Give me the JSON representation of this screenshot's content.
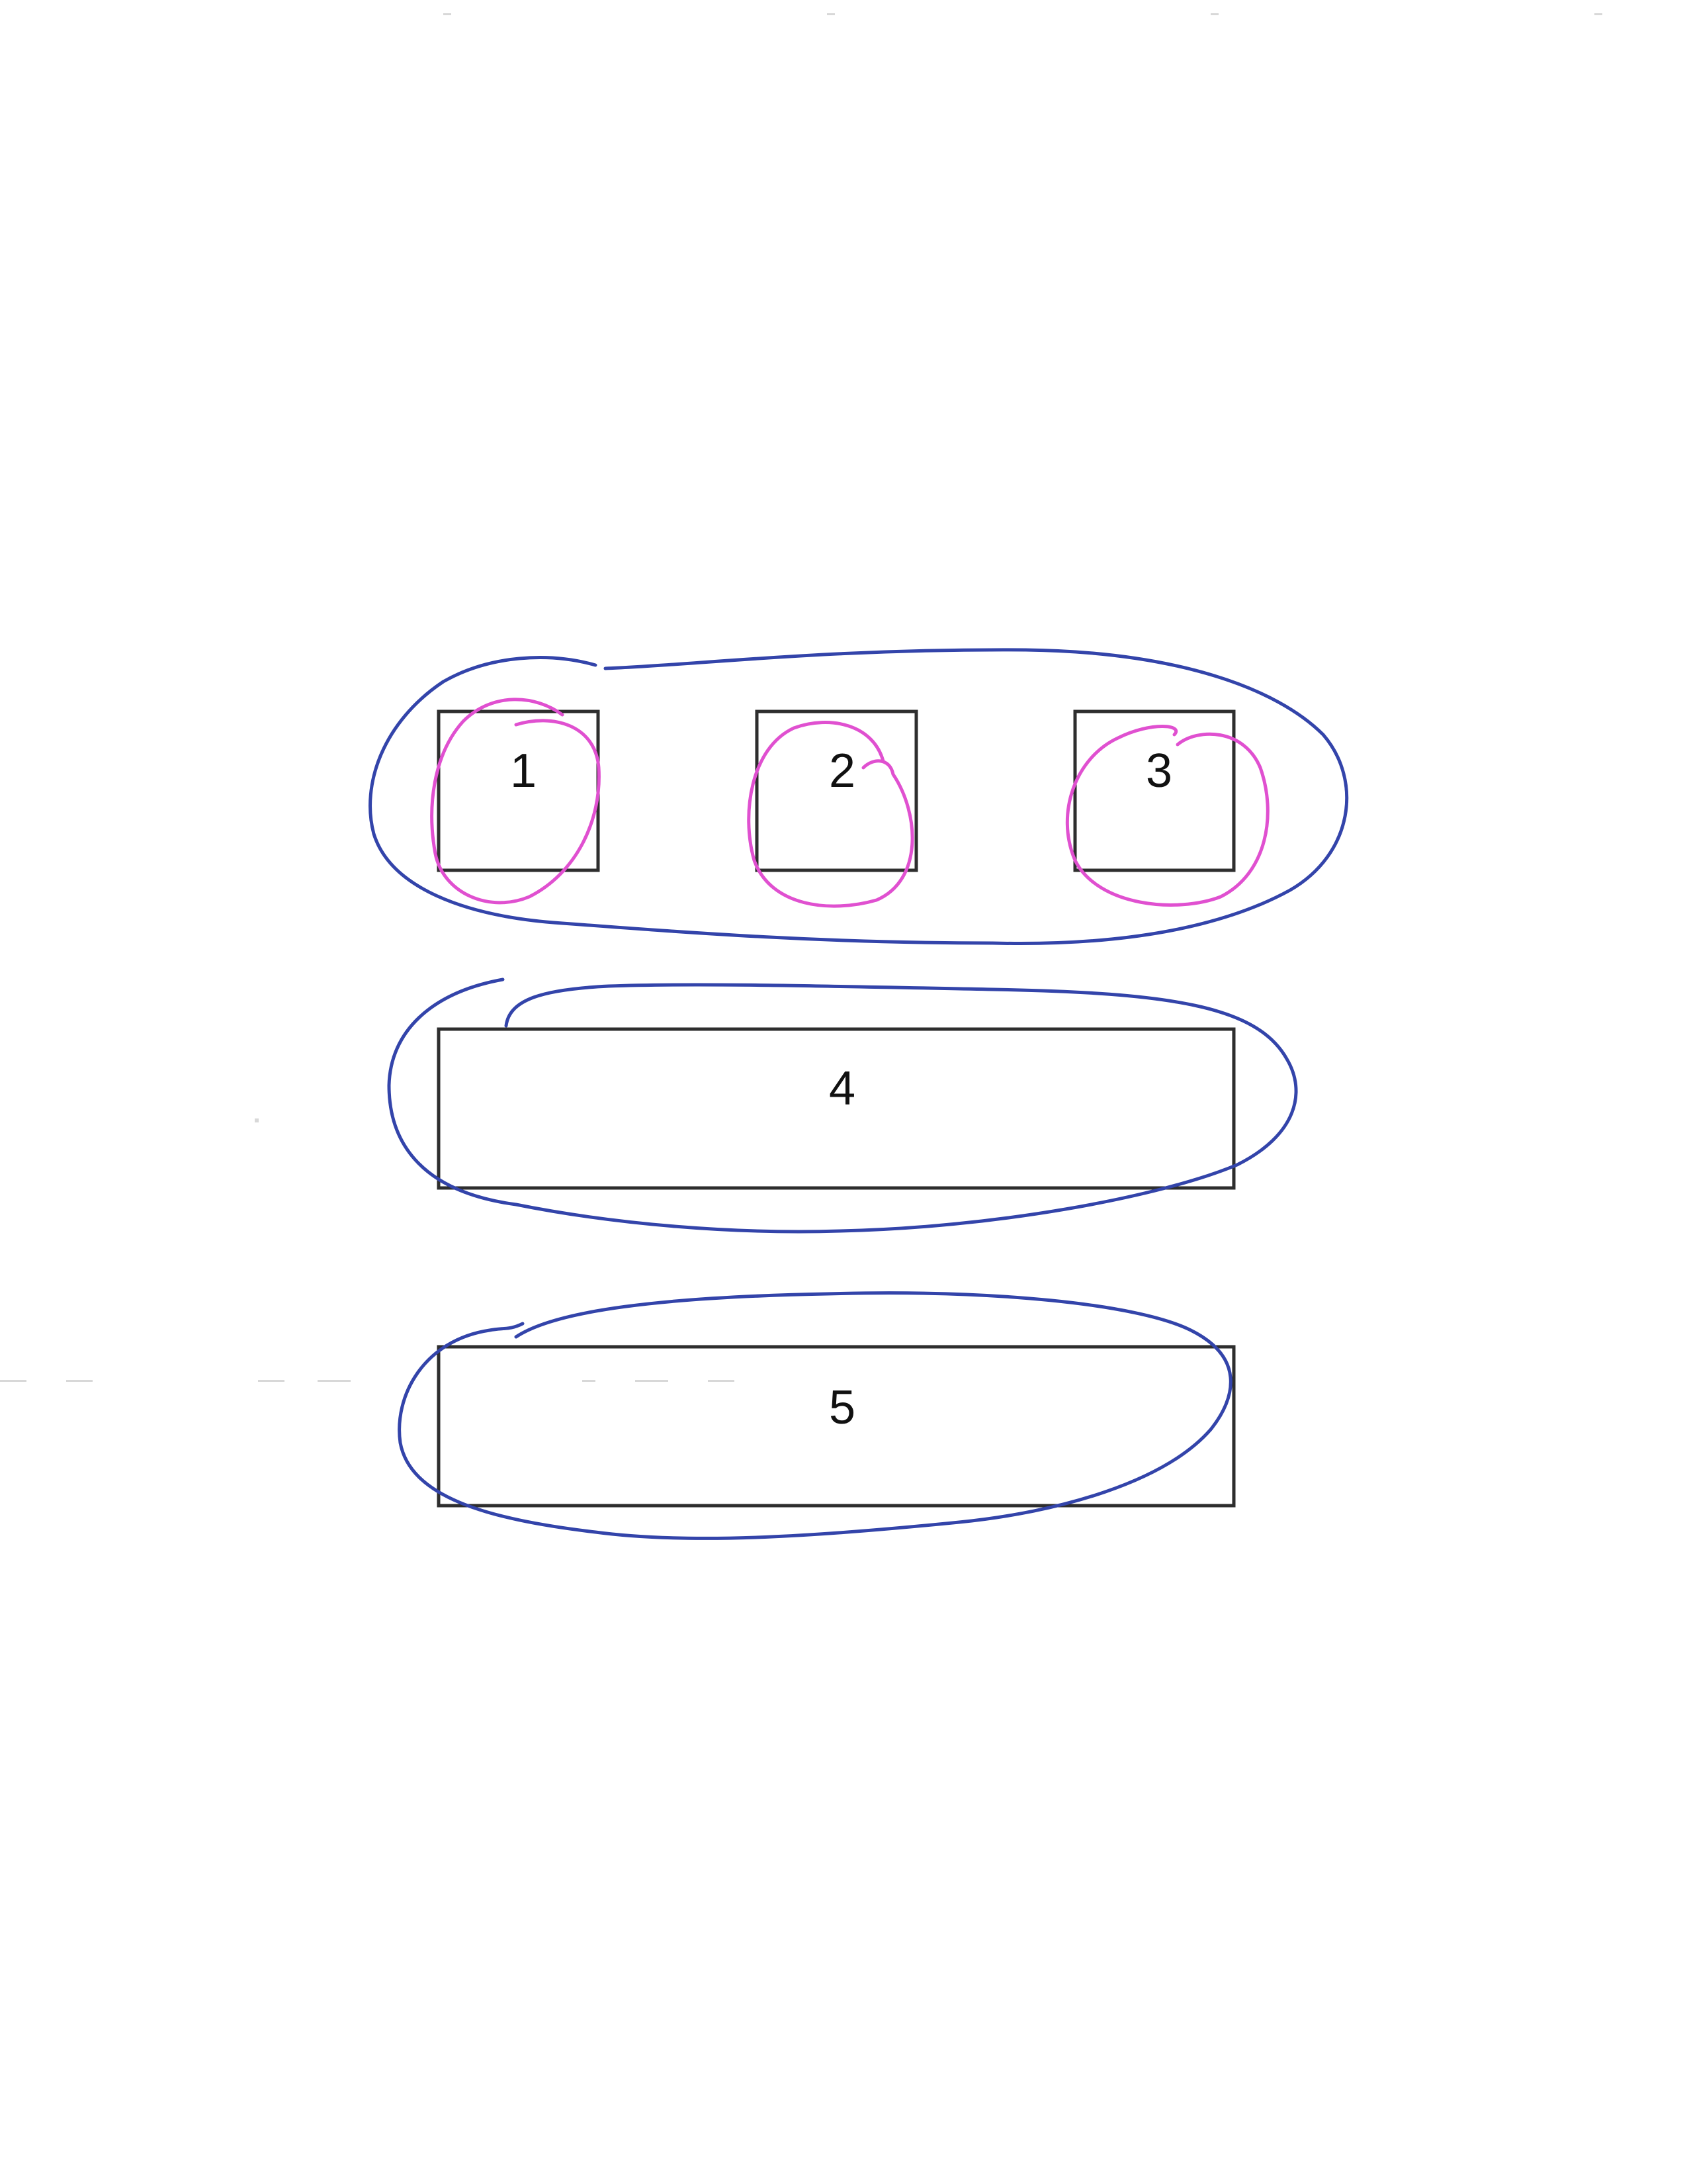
{
  "boxes": [
    {
      "id": "box-1",
      "label": "1"
    },
    {
      "id": "box-2",
      "label": "2"
    },
    {
      "id": "box-3",
      "label": "3"
    },
    {
      "id": "box-4",
      "label": "4"
    },
    {
      "id": "box-5",
      "label": "5"
    }
  ],
  "groups": [
    {
      "id": "group-boxes-1-2-3",
      "members": [
        "1",
        "2",
        "3"
      ],
      "outline_color": "blue"
    },
    {
      "id": "group-box-4",
      "members": [
        "4"
      ],
      "outline_color": "blue"
    },
    {
      "id": "group-box-5",
      "members": [
        "5"
      ],
      "outline_color": "blue"
    },
    {
      "id": "loop-box-1",
      "members": [
        "1"
      ],
      "outline_color": "pink"
    },
    {
      "id": "loop-box-2",
      "members": [
        "2"
      ],
      "outline_color": "pink"
    },
    {
      "id": "loop-box-3",
      "members": [
        "3"
      ],
      "outline_color": "pink"
    }
  ],
  "colors": {
    "background": "#ffffff",
    "box_stroke": "#2e2e2e",
    "label": "#111111",
    "blue_outline": "#3344aa",
    "pink_outline": "#e050d0"
  }
}
